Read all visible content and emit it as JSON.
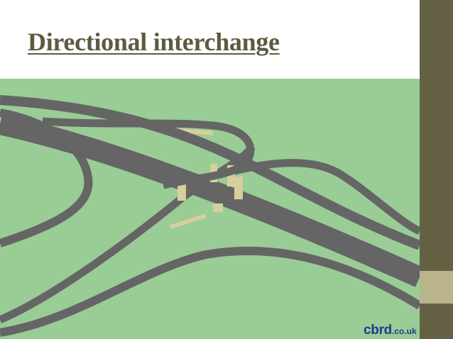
{
  "slide": {
    "title": "Directional interchange"
  },
  "watermark": {
    "brand": "cbrd",
    "tld": ".co.uk"
  },
  "colors": {
    "background": "#9acc96",
    "road": "#656565",
    "pier": "#d8cf9e",
    "sidebar": "#646043",
    "sidebar_accent": "#b9b48c",
    "title": "#5e5a40",
    "watermark": "#1f3d8a"
  }
}
